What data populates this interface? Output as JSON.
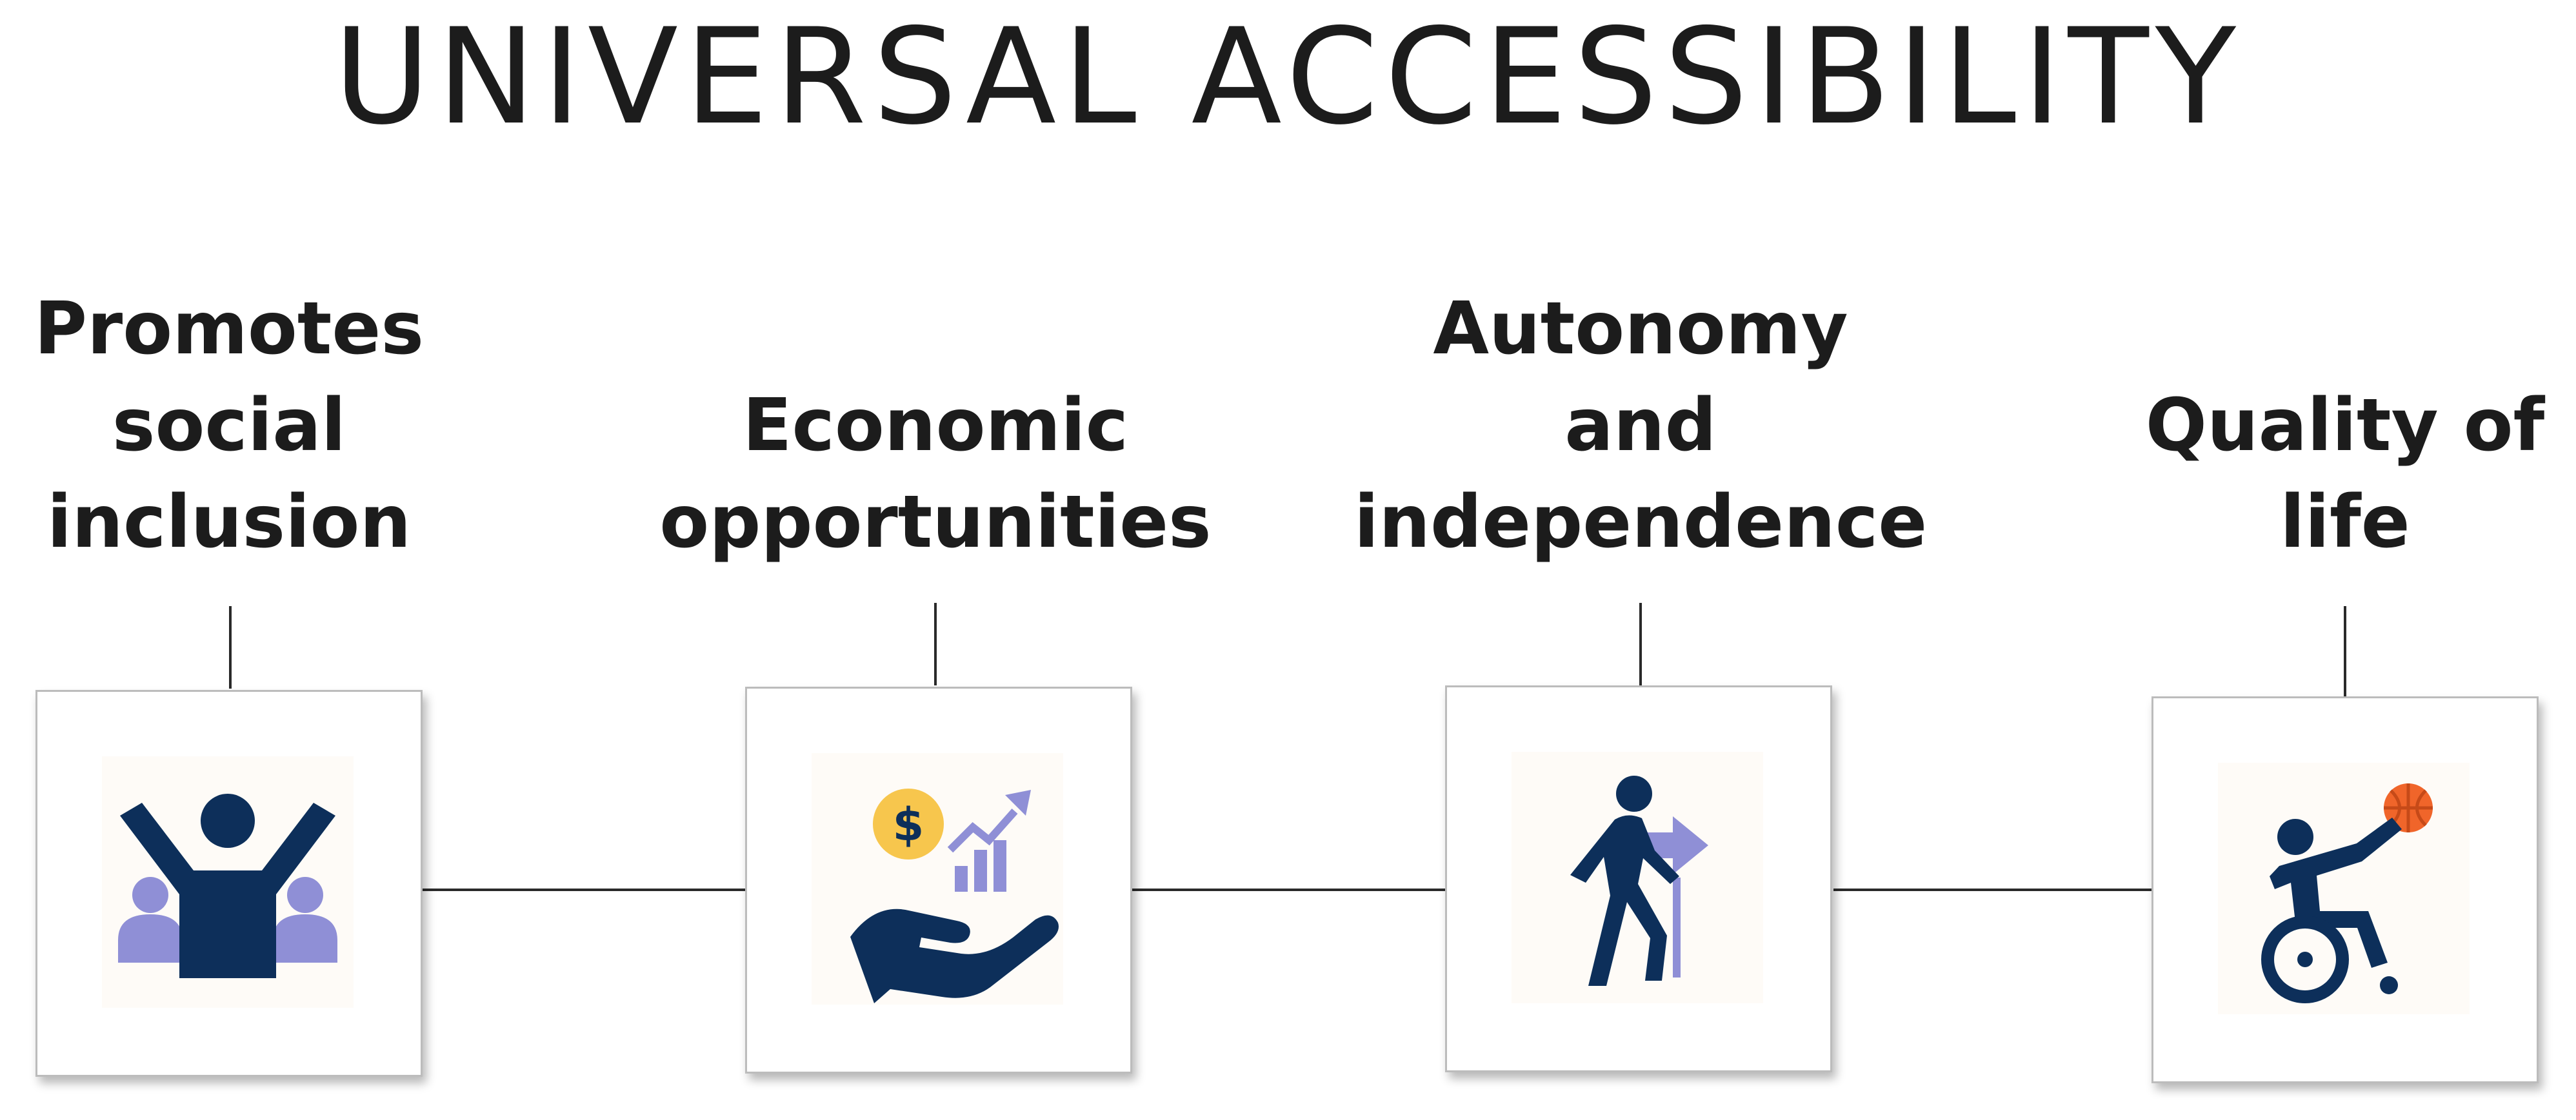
{
  "title": "UNIVERSAL ACCESSIBILITY",
  "items": [
    {
      "lines": [
        "Promotes",
        "social",
        "inclusion"
      ],
      "icon": "people-cheering-icon"
    },
    {
      "lines": [
        "Economic",
        "opportunities"
      ],
      "icon": "money-growth-hand-icon"
    },
    {
      "lines": [
        "Autonomy",
        "and",
        "independence"
      ],
      "icon": "elderly-walking-cane-icon"
    },
    {
      "lines": [
        "Quality of",
        "life"
      ],
      "icon": "wheelchair-basketball-icon"
    }
  ],
  "colors": {
    "navy": "#0d2f5a",
    "lavender": "#8f8fd6",
    "gold": "#f7c64d",
    "orange": "#f0652a",
    "line": "#2a2a2a"
  }
}
